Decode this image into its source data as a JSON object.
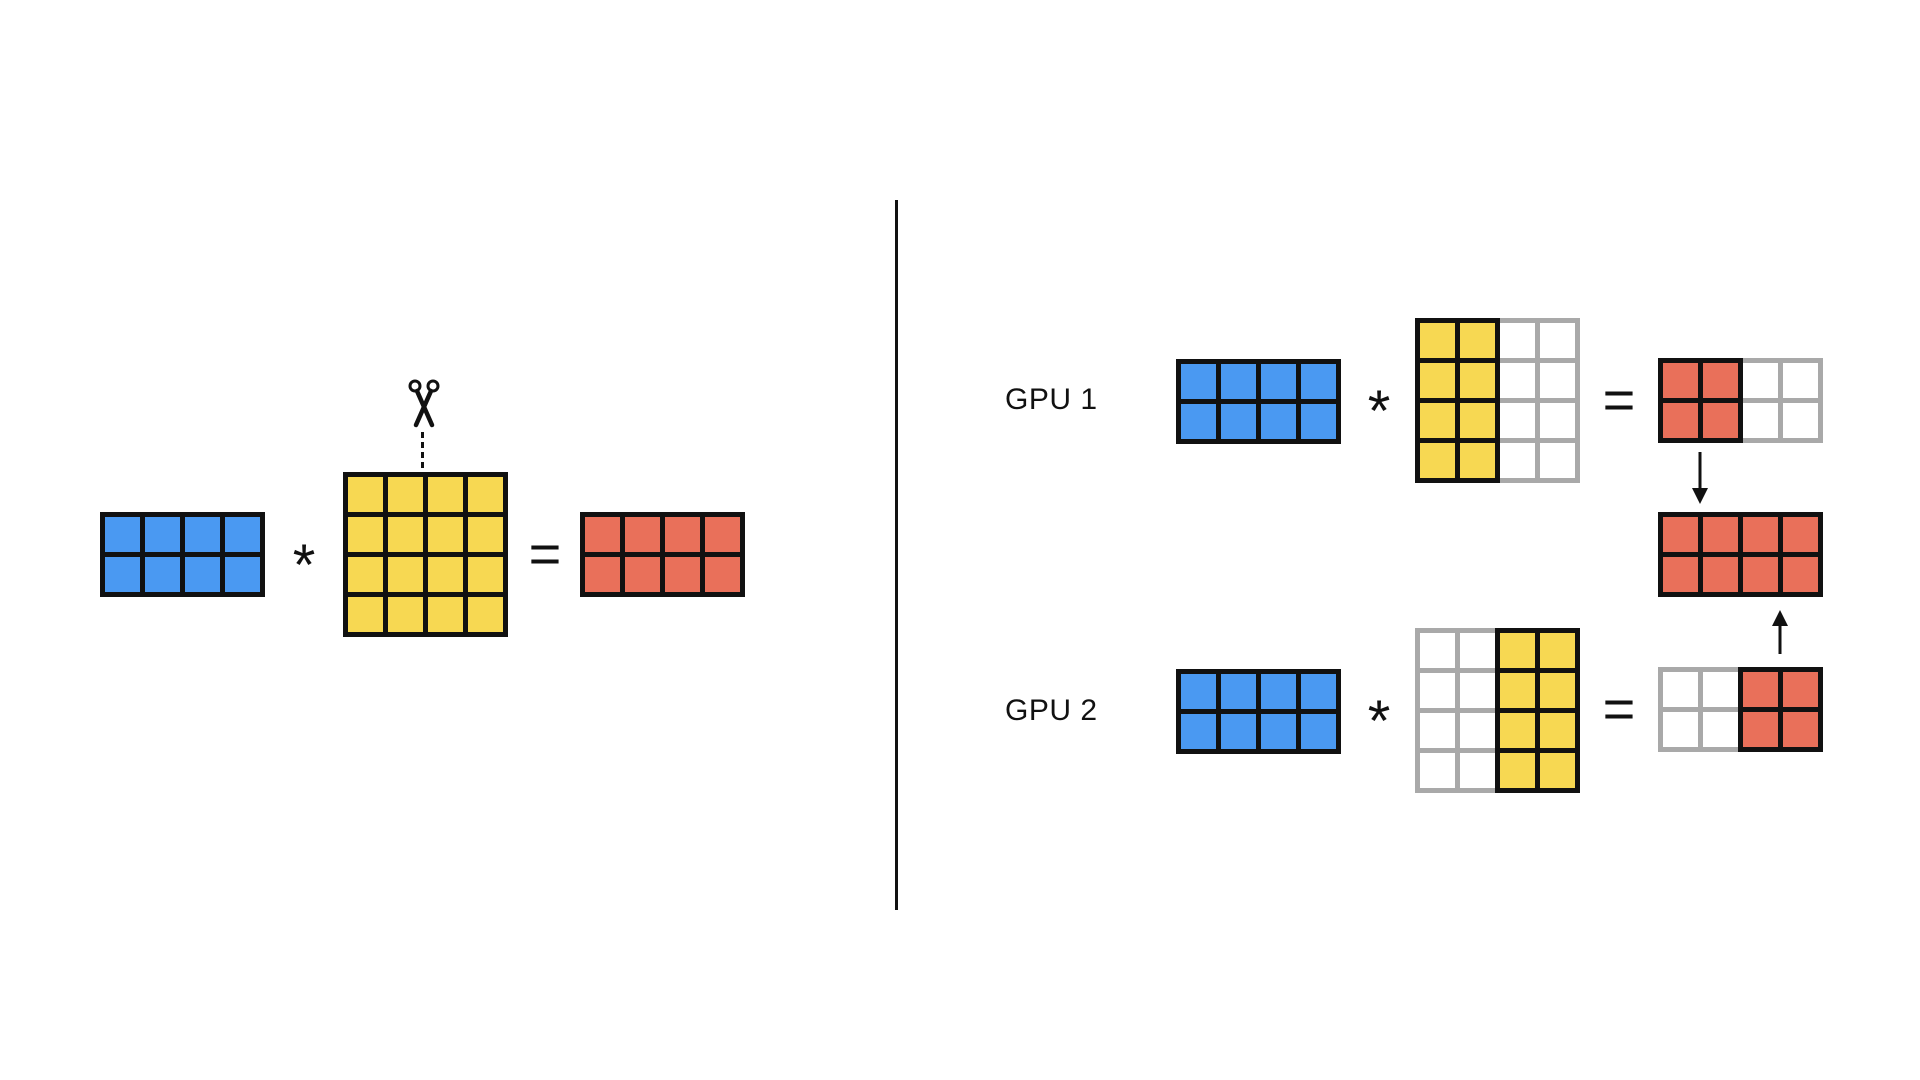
{
  "colors": {
    "blue": "#4A99F2",
    "yellow": "#F7D852",
    "red": "#E9705A",
    "white": "#FFFFFF",
    "grid_black": "#111111",
    "grid_gray": "#A9A9A9"
  },
  "icons": {
    "scissors": "scissors-column-cut",
    "arrow_down": "↓",
    "arrow_up": "↑"
  },
  "left_panel": {
    "multiply_operator": "*",
    "equals_operator": "=",
    "input_matrix": {
      "rows": 2,
      "cols": 4,
      "fill": "blue",
      "border": "black"
    },
    "weight_matrix": {
      "rows": 4,
      "cols": 4,
      "fill": "yellow",
      "border": "black"
    },
    "output_matrix": {
      "rows": 2,
      "cols": 4,
      "fill": "red",
      "border": "black"
    }
  },
  "right_panel": {
    "gpu1": {
      "label": "GPU 1",
      "multiply_operator": "*",
      "equals_operator": "=",
      "input_matrix": {
        "rows": 2,
        "cols": 4,
        "fill": "blue",
        "border": "black"
      },
      "weight_kept_half": {
        "rows": 4,
        "cols": 2,
        "fill": "yellow",
        "border": "black"
      },
      "weight_empty_half": {
        "rows": 4,
        "cols": 2,
        "fill": "white",
        "border": "gray",
        "open": "left"
      },
      "result_kept_half": {
        "rows": 2,
        "cols": 2,
        "fill": "red",
        "border": "black"
      },
      "result_empty_half": {
        "rows": 2,
        "cols": 2,
        "fill": "white",
        "border": "gray",
        "open": "left"
      }
    },
    "gpu2": {
      "label": "GPU 2",
      "multiply_operator": "*",
      "equals_operator": "=",
      "input_matrix": {
        "rows": 2,
        "cols": 4,
        "fill": "blue",
        "border": "black"
      },
      "weight_empty_half": {
        "rows": 4,
        "cols": 2,
        "fill": "white",
        "border": "gray",
        "open": "right"
      },
      "weight_kept_half": {
        "rows": 4,
        "cols": 2,
        "fill": "yellow",
        "border": "black"
      },
      "result_empty_half": {
        "rows": 2,
        "cols": 2,
        "fill": "white",
        "border": "gray",
        "open": "right"
      },
      "result_kept_half": {
        "rows": 2,
        "cols": 2,
        "fill": "red",
        "border": "black"
      }
    },
    "combined_matrix": {
      "rows": 2,
      "cols": 4,
      "fill": "red",
      "border": "black"
    }
  }
}
